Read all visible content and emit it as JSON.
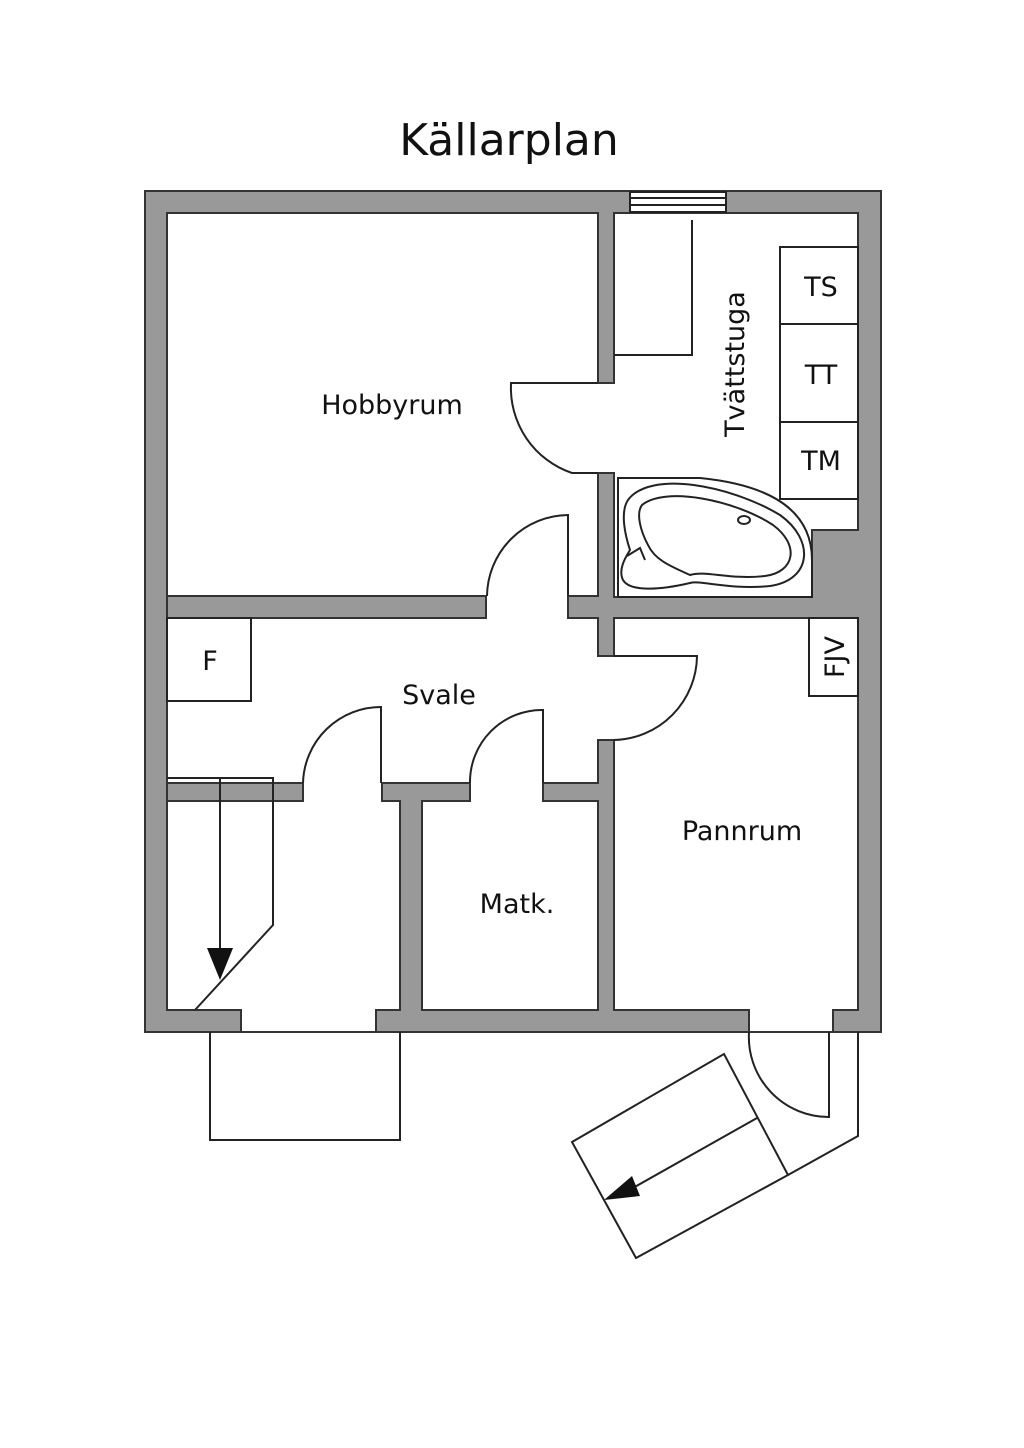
{
  "title": "Källarplan",
  "rooms": {
    "hobbyrum": "Hobbyrum",
    "tvattstuga": "Tvättstuga",
    "svale": "Svale",
    "matk": "Matk.",
    "pannrum": "Pannrum"
  },
  "fixtures": {
    "ts": "TS",
    "tt": "TT",
    "tm": "TM",
    "f": "F",
    "fjv": "FJV"
  },
  "colors": {
    "wall": "#999999",
    "line": "#222222",
    "background": "#ffffff"
  }
}
